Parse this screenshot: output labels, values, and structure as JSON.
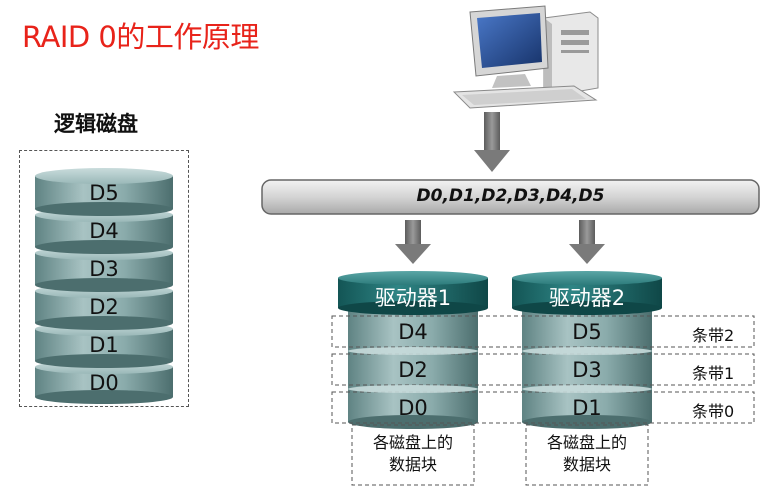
{
  "title": "RAID 0的工作原理",
  "logical_disk": {
    "label": "逻辑磁盘",
    "segments": [
      "D5",
      "D4",
      "D3",
      "D2",
      "D1",
      "D0"
    ]
  },
  "bus": {
    "text": "D0,D1,D2,D3,D4,D5"
  },
  "drives": [
    {
      "label": "驱动器1",
      "blocks": [
        "D4",
        "D2",
        "D0"
      ],
      "caption_line1": "各磁盘上的",
      "caption_line2": "数据块"
    },
    {
      "label": "驱动器2",
      "blocks": [
        "D5",
        "D3",
        "D1"
      ],
      "caption_line1": "各磁盘上的",
      "caption_line2": "数据块"
    }
  ],
  "stripes": [
    "条带2",
    "条带1",
    "条带0"
  ],
  "colors": {
    "title": "#e8231a",
    "disk_body": "#7fa3a3",
    "drive_cap": "#1f6e6e",
    "bus": "#d9d9d9"
  }
}
